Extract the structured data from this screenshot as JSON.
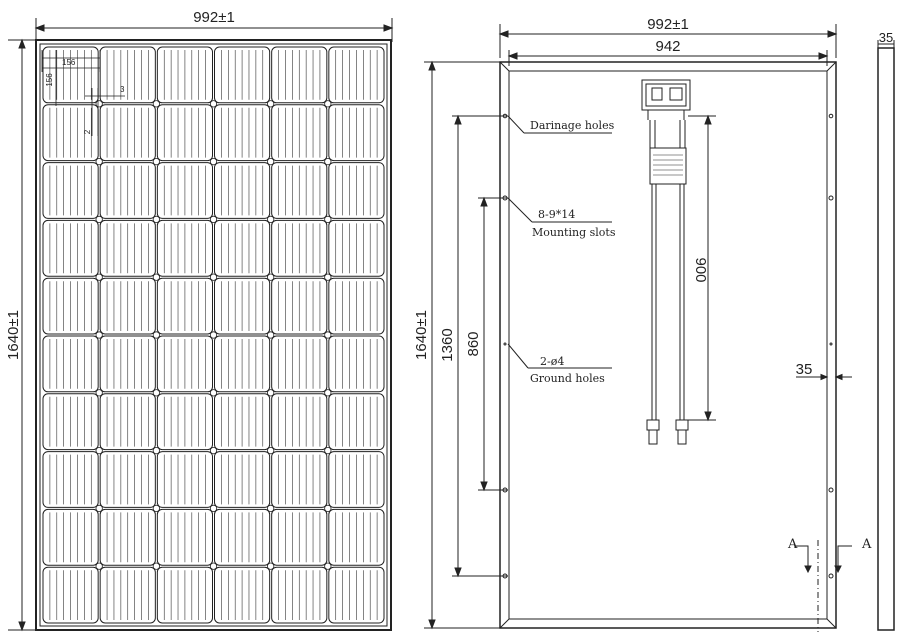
{
  "front_view": {
    "width_dim": "992±1",
    "height_dim": "1640±1",
    "cell_dim_w": "156",
    "cell_dim_h": "156",
    "gap_h": "3",
    "gap_v": "2",
    "cell_columns": 6,
    "cell_rows": 10
  },
  "back_view": {
    "outer_width_dim": "992±1",
    "inner_width_dim": "942",
    "height_dim": "1640±1",
    "mount_span_dim": "1360",
    "mid_span_dim": "860",
    "cable_length_dim": "900",
    "frame_dim": "35",
    "drainage_label": "Darinage holes",
    "mounting_slots_spec": "8-9*14",
    "mounting_slots_label": "Mounting slots",
    "ground_holes_spec": "2-ø4",
    "ground_holes_label": "Ground holes",
    "section_marker": "A"
  },
  "side_view": {
    "thickness_dim": "35"
  }
}
